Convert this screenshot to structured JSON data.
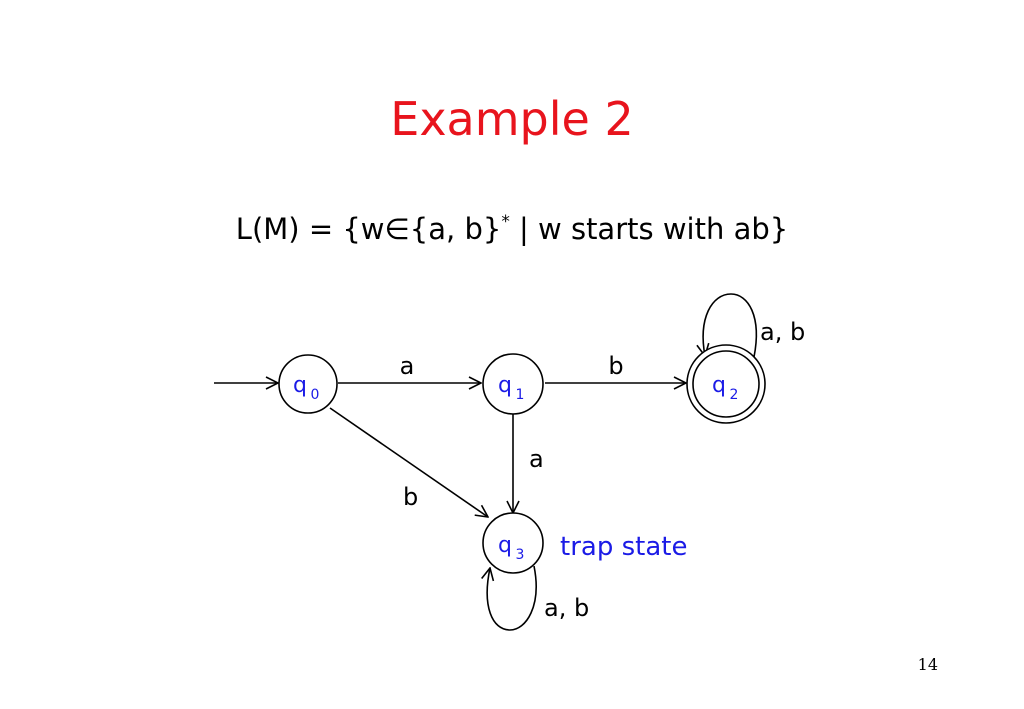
{
  "slide": {
    "title": "Example 2",
    "formula": {
      "left": "L(M) = {w",
      "element_of": "∈",
      "alphabet": "{a, b}",
      "star": "*",
      "right": " | w starts with ab}"
    },
    "page_number": "14"
  },
  "colors": {
    "title": "#e8141d",
    "state_label": "#1b1be6",
    "annotation": "#1b1be6",
    "stroke": "#000000"
  },
  "diagram": {
    "states": [
      {
        "id": "q0",
        "base": "q",
        "sub": "0",
        "accepting": false,
        "start": true
      },
      {
        "id": "q1",
        "base": "q",
        "sub": "1",
        "accepting": false,
        "start": false
      },
      {
        "id": "q2",
        "base": "q",
        "sub": "2",
        "accepting": true,
        "start": false
      },
      {
        "id": "q3",
        "base": "q",
        "sub": "3",
        "accepting": false,
        "start": false
      }
    ],
    "transitions": [
      {
        "from": "q0",
        "to": "q1",
        "label": "a"
      },
      {
        "from": "q1",
        "to": "q2",
        "label": "b"
      },
      {
        "from": "q2",
        "to": "q2",
        "label": "a, b"
      },
      {
        "from": "q1",
        "to": "q3",
        "label": "a"
      },
      {
        "from": "q0",
        "to": "q3",
        "label": "b"
      },
      {
        "from": "q3",
        "to": "q3",
        "label": "a, b"
      }
    ],
    "annotation": "trap state"
  }
}
